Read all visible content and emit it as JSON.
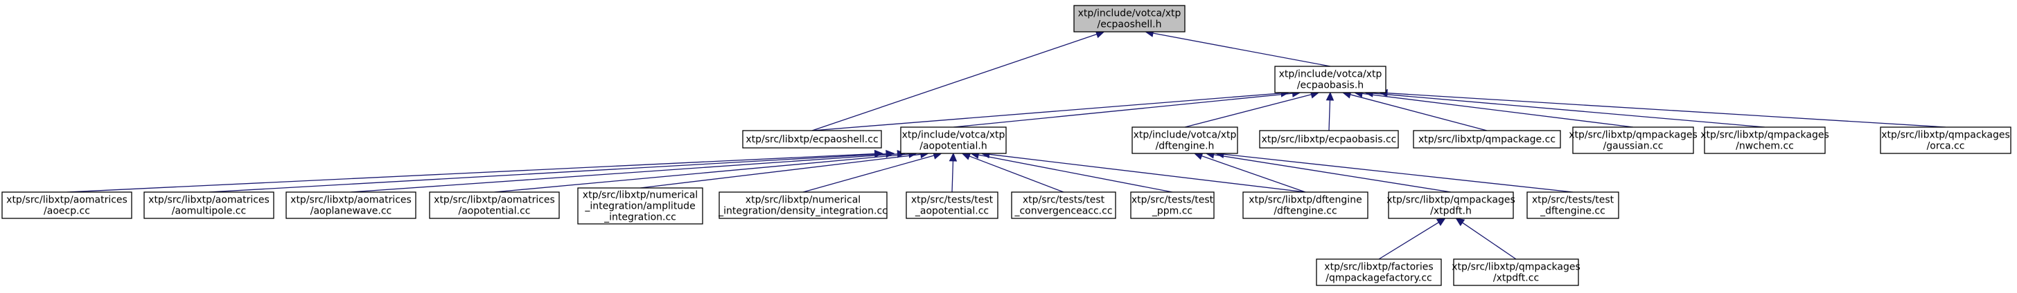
{
  "diagram": {
    "type": "include-dependency-graph",
    "colors": {
      "edge": "#191970",
      "root_fill": "#bfbfbf",
      "node_fill": "#ffffff",
      "border": "#000000"
    },
    "nodes": [
      {
        "id": "ecpaoshell_h",
        "lines": [
          "xtp/include/votca/xtp",
          "/ecpaoshell.h"
        ],
        "root": true
      },
      {
        "id": "ecpaobasis_h",
        "lines": [
          "xtp/include/votca/xtp",
          "/ecpaobasis.h"
        ]
      },
      {
        "id": "ecpaoshell_cc",
        "lines": [
          "xtp/src/libxtp/ecpaoshell.cc"
        ]
      },
      {
        "id": "aopotential_h",
        "lines": [
          "xtp/include/votca/xtp",
          "/aopotential.h"
        ]
      },
      {
        "id": "dftengine_h",
        "lines": [
          "xtp/include/votca/xtp",
          "/dftengine.h"
        ]
      },
      {
        "id": "ecpaobasis_cc",
        "lines": [
          "xtp/src/libxtp/ecpaobasis.cc"
        ]
      },
      {
        "id": "qmpackage_cc",
        "lines": [
          "xtp/src/libxtp/qmpackage.cc"
        ]
      },
      {
        "id": "gaussian_cc",
        "lines": [
          "xtp/src/libxtp/qmpackages",
          "/gaussian.cc"
        ]
      },
      {
        "id": "nwchem_cc",
        "lines": [
          "xtp/src/libxtp/qmpackages",
          "/nwchem.cc"
        ]
      },
      {
        "id": "orca_cc",
        "lines": [
          "xtp/src/libxtp/qmpackages",
          "/orca.cc"
        ]
      },
      {
        "id": "aoecp_cc",
        "lines": [
          "xtp/src/libxtp/aomatrices",
          "/aoecp.cc"
        ]
      },
      {
        "id": "aomultipole_cc",
        "lines": [
          "xtp/src/libxtp/aomatrices",
          "/aomultipole.cc"
        ]
      },
      {
        "id": "aoplanewave_cc",
        "lines": [
          "xtp/src/libxtp/aomatrices",
          "/aoplanewave.cc"
        ]
      },
      {
        "id": "aopotential_cc",
        "lines": [
          "xtp/src/libxtp/aomatrices",
          "/aopotential.cc"
        ]
      },
      {
        "id": "amplitude_integration_cc",
        "lines": [
          "xtp/src/libxtp/numerical",
          "_integration/amplitude",
          "_integration.cc"
        ]
      },
      {
        "id": "density_integration_cc",
        "lines": [
          "xtp/src/libxtp/numerical",
          "_integration/density_integration.cc"
        ]
      },
      {
        "id": "test_aopotential_cc",
        "lines": [
          "xtp/src/tests/test",
          "_aopotential.cc"
        ]
      },
      {
        "id": "test_convergenceacc_cc",
        "lines": [
          "xtp/src/tests/test",
          "_convergenceacc.cc"
        ]
      },
      {
        "id": "test_ppm_cc",
        "lines": [
          "xtp/src/tests/test",
          "_ppm.cc"
        ]
      },
      {
        "id": "dftengine_cc",
        "lines": [
          "xtp/src/libxtp/dftengine",
          "/dftengine.cc"
        ]
      },
      {
        "id": "xtpdft_h",
        "lines": [
          "xtp/src/libxtp/qmpackages",
          "/xtpdft.h"
        ]
      },
      {
        "id": "test_dftengine_cc",
        "lines": [
          "xtp/src/tests/test",
          "_dftengine.cc"
        ]
      },
      {
        "id": "qmpackagefactory_cc",
        "lines": [
          "xtp/src/libxtp/factories",
          "/qmpackagefactory.cc"
        ]
      },
      {
        "id": "xtpdft_cc",
        "lines": [
          "xtp/src/libxtp/qmpackages",
          "/xtpdft.cc"
        ]
      }
    ],
    "edges": [
      {
        "from": "ecpaoshell_cc",
        "to": "ecpaoshell_h"
      },
      {
        "from": "ecpaobasis_h",
        "to": "ecpaoshell_h"
      },
      {
        "from": "ecpaoshell_cc",
        "to": "ecpaobasis_h"
      },
      {
        "from": "aopotential_h",
        "to": "ecpaobasis_h"
      },
      {
        "from": "dftengine_h",
        "to": "ecpaobasis_h"
      },
      {
        "from": "ecpaobasis_cc",
        "to": "ecpaobasis_h"
      },
      {
        "from": "qmpackage_cc",
        "to": "ecpaobasis_h"
      },
      {
        "from": "gaussian_cc",
        "to": "ecpaobasis_h"
      },
      {
        "from": "nwchem_cc",
        "to": "ecpaobasis_h"
      },
      {
        "from": "orca_cc",
        "to": "ecpaobasis_h"
      },
      {
        "from": "aoecp_cc",
        "to": "aopotential_h"
      },
      {
        "from": "aomultipole_cc",
        "to": "aopotential_h"
      },
      {
        "from": "aoplanewave_cc",
        "to": "aopotential_h"
      },
      {
        "from": "aopotential_cc",
        "to": "aopotential_h"
      },
      {
        "from": "amplitude_integration_cc",
        "to": "aopotential_h"
      },
      {
        "from": "density_integration_cc",
        "to": "aopotential_h"
      },
      {
        "from": "test_aopotential_cc",
        "to": "aopotential_h"
      },
      {
        "from": "test_convergenceacc_cc",
        "to": "aopotential_h"
      },
      {
        "from": "test_ppm_cc",
        "to": "aopotential_h"
      },
      {
        "from": "dftengine_cc",
        "to": "aopotential_h"
      },
      {
        "from": "dftengine_cc",
        "to": "dftengine_h"
      },
      {
        "from": "xtpdft_h",
        "to": "dftengine_h"
      },
      {
        "from": "test_dftengine_cc",
        "to": "dftengine_h"
      },
      {
        "from": "qmpackagefactory_cc",
        "to": "xtpdft_h"
      },
      {
        "from": "xtpdft_cc",
        "to": "xtpdft_h"
      }
    ]
  }
}
